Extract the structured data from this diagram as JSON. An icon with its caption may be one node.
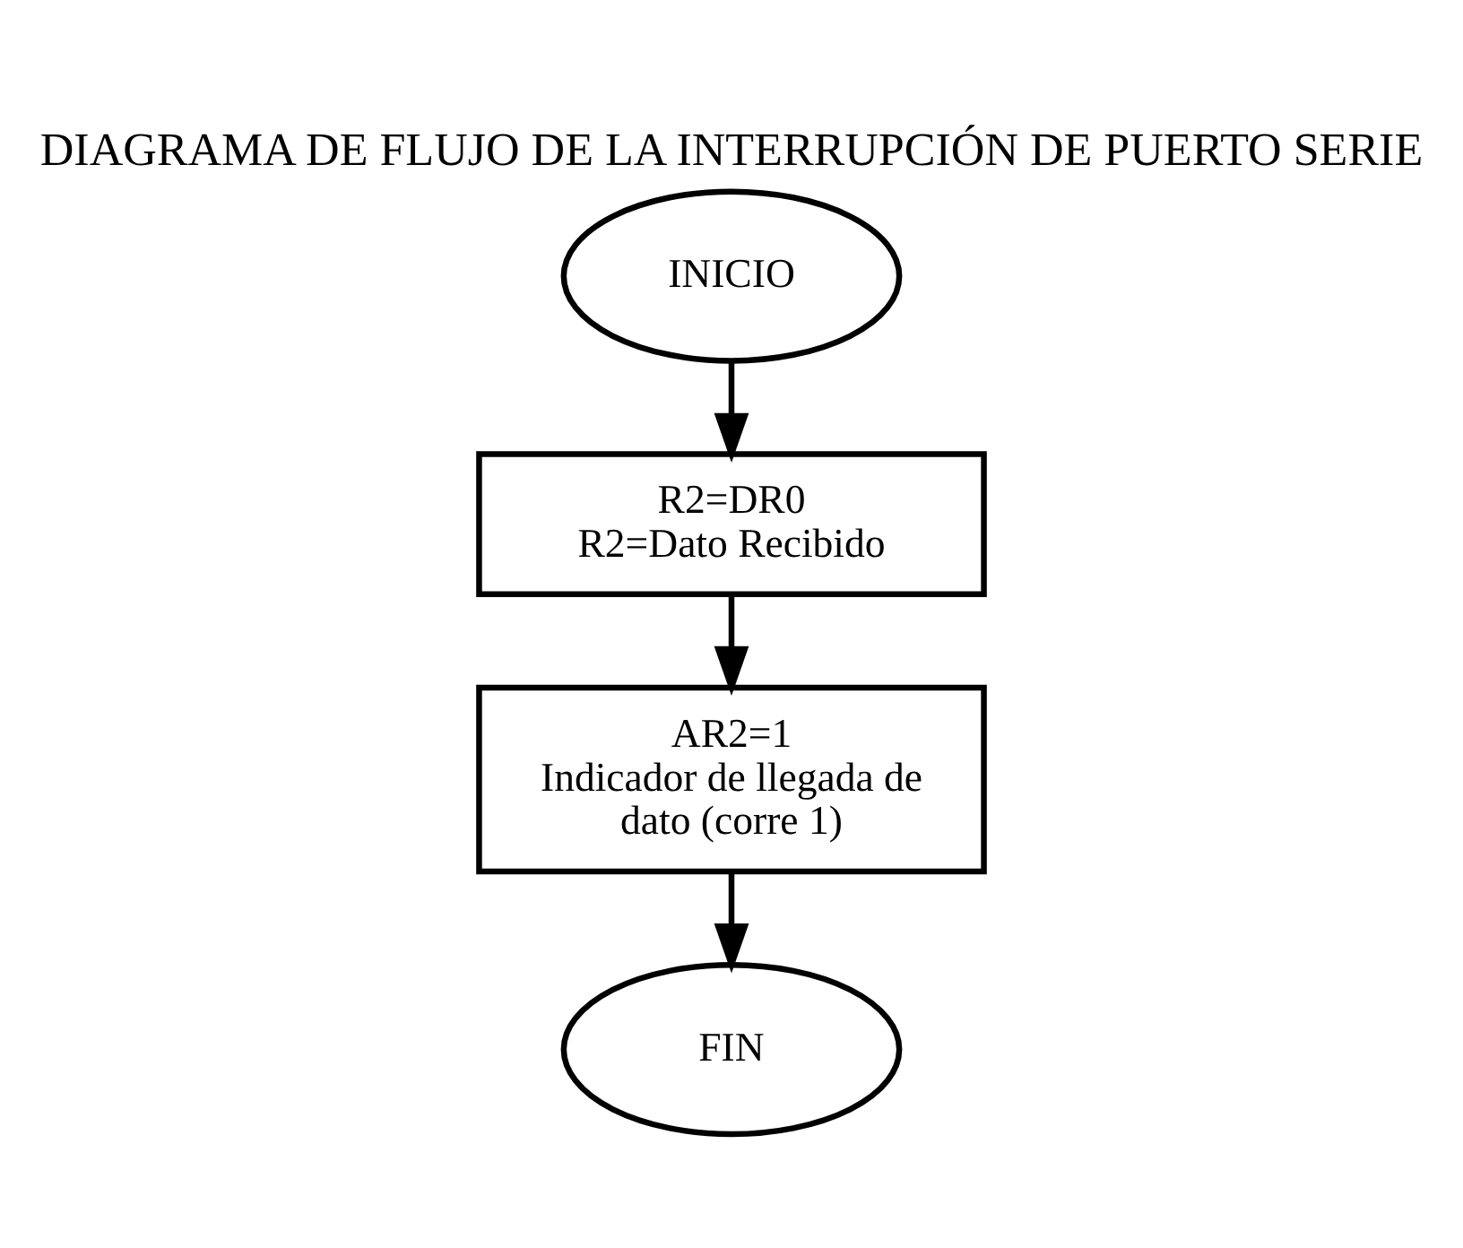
{
  "diagram": {
    "title": "DIAGRAMA DE FLUJO DE LA INTERRUPCIÓN DE PUERTO SERIE",
    "nodes": [
      {
        "text": [
          "INICIO"
        ]
      },
      {
        "text": [
          "R2=DR0",
          "R2=Dato Recibido"
        ]
      },
      {
        "text": [
          "AR2=1",
          "Indicador de llegada de dato (corre 1)"
        ]
      },
      {
        "text": [
          "FIN"
        ]
      }
    ],
    "edges": [
      {
        "from": 0,
        "to": 1,
        "arrow": "to"
      },
      {
        "from": 1,
        "to": 2,
        "arrow": "to"
      },
      {
        "from": 2,
        "to": 3,
        "arrow": "to"
      }
    ]
  }
}
